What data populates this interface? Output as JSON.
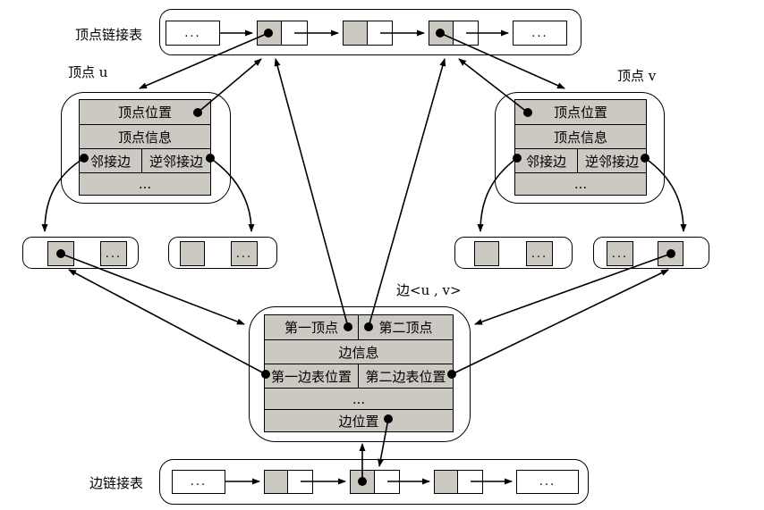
{
  "diagram": {
    "vertex_list_label": "顶点链接表",
    "edge_list_label": "边链接表",
    "vertex_u_label": "顶点 u",
    "vertex_v_label": "顶点 v",
    "edge_label": "边<u , v>",
    "ellipsis": "..."
  },
  "vertex_record": {
    "position": "顶点位置",
    "info": "顶点信息",
    "adjacent_edge": "邻接边",
    "inverse_adjacent_edge": "逆邻接边",
    "more": "..."
  },
  "edge_record": {
    "first_vertex": "第一顶点",
    "second_vertex": "第二顶点",
    "info": "边信息",
    "first_edge_table_position": "第一边表位置",
    "second_edge_table_position": "第二边表位置",
    "more": "...",
    "edge_position": "边位置"
  },
  "colors": {
    "node_fill": "#ccc9c2",
    "line": "#000000",
    "background": "#ffffff"
  }
}
